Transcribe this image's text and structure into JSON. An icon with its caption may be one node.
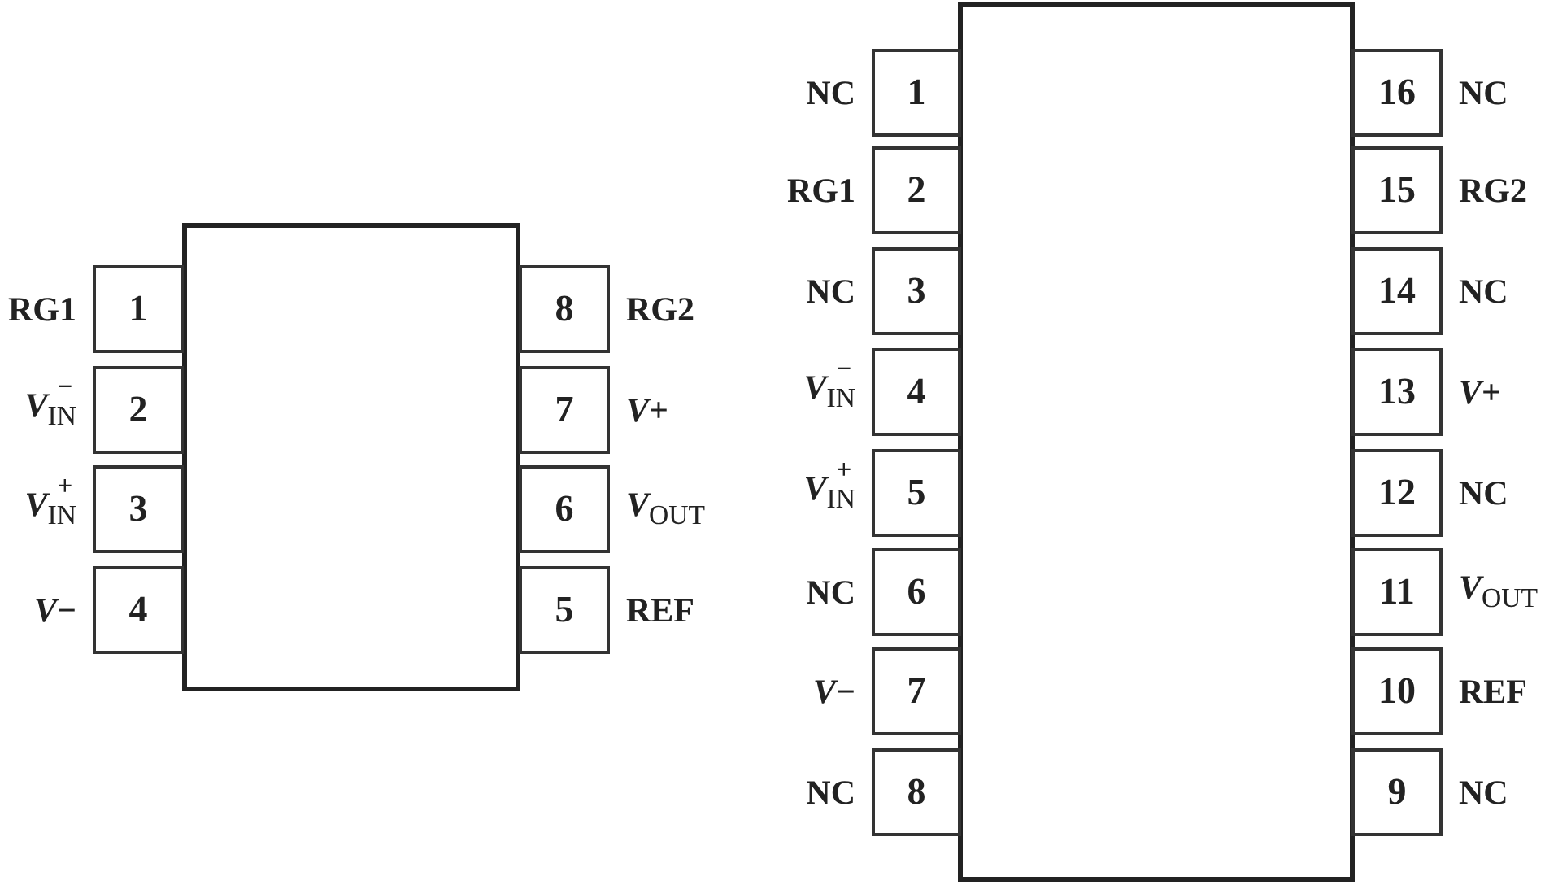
{
  "diagram": {
    "nodes": [
      {
        "text": [],
        "shape": "box"
      },
      {
        "text": [
          "1"
        ],
        "beside": [
          "RG1"
        ]
      },
      {
        "text": [
          "2"
        ],
        "beside": [
          "*V*$^{−}$$_{IN}$"
        ]
      },
      {
        "text": [
          "3"
        ],
        "beside": [
          "*V*$^{+}$$_{IN}$"
        ]
      },
      {
        "text": [
          "4"
        ],
        "beside": [
          "*V*−"
        ]
      },
      {
        "text": [
          "5"
        ],
        "beside": [
          "REF"
        ]
      },
      {
        "text": [
          "6"
        ],
        "beside": [
          "*V*$_{OUT}$"
        ]
      },
      {
        "text": [
          "7"
        ],
        "beside": [
          "*V*+"
        ]
      },
      {
        "text": [
          "8"
        ],
        "beside": [
          "RG2"
        ]
      },
      {
        "text": [],
        "shape": "box"
      },
      {
        "text": [
          "1"
        ],
        "beside": [
          "NC"
        ]
      },
      {
        "text": [
          "2"
        ],
        "beside": [
          "RG1"
        ]
      },
      {
        "text": [
          "3"
        ],
        "beside": [
          "NC"
        ]
      },
      {
        "text": [
          "4"
        ],
        "beside": [
          "*V*$^{−}$$_{IN}$"
        ]
      },
      {
        "text": [
          "5"
        ],
        "beside": [
          "*V*$^{+}$$_{IN}$"
        ]
      },
      {
        "text": [
          "6"
        ],
        "beside": [
          "NC"
        ]
      },
      {
        "text": [
          "7"
        ],
        "beside": [
          "*V*−"
        ]
      },
      {
        "text": [
          "8"
        ],
        "beside": [
          "NC"
        ]
      },
      {
        "text": [
          "9"
        ],
        "beside": [
          "NC"
        ]
      },
      {
        "text": [
          "10"
        ],
        "beside": [
          "REF"
        ]
      },
      {
        "text": [
          "11"
        ],
        "beside": [
          "*V*$_{OUT}$"
        ]
      },
      {
        "text": [
          "12"
        ],
        "beside": [
          "NC"
        ]
      },
      {
        "text": [
          "13"
        ],
        "beside": [
          "*V*+"
        ]
      },
      {
        "text": [
          "14"
        ],
        "beside": [
          "NC"
        ]
      },
      {
        "text": [
          "15"
        ],
        "beside": [
          "RG2"
        ]
      },
      {
        "text": [
          "16"
        ],
        "beside": [
          "NC"
        ]
      }
    ]
  }
}
